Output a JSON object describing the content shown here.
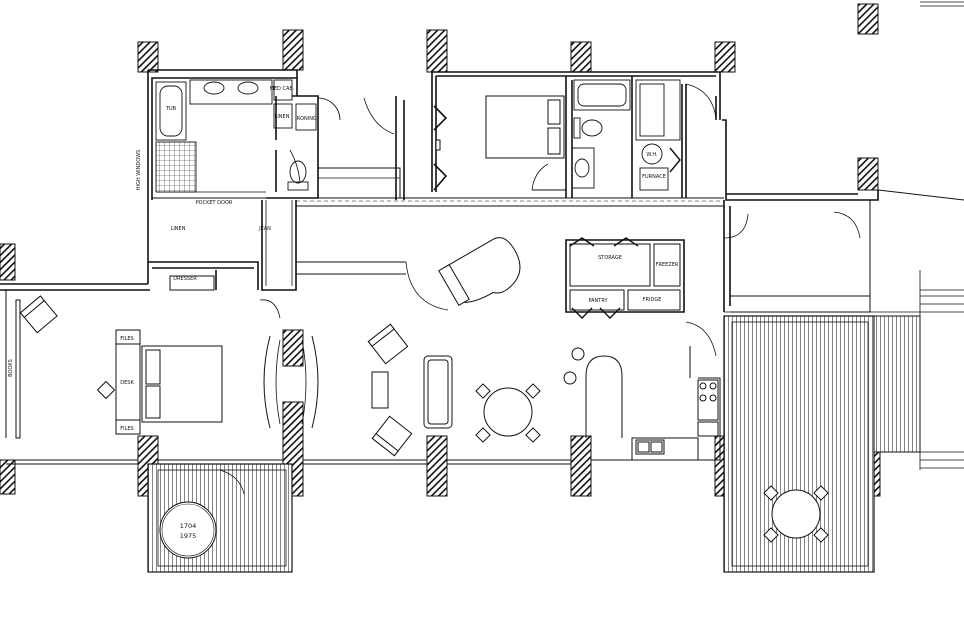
{
  "labels": {
    "tub": "TUB",
    "med_cab": "MED CAB.",
    "linen_bath": "LINEN",
    "linen_hall": "LINEN",
    "ironing": "IRONING",
    "high_windows": "HIGH WINDOWS",
    "pocket_door": "POCKET DOOR",
    "jean": "JEAN",
    "dresser": "DRESSER",
    "books": "BOOKS",
    "files_top": "FILES",
    "desk": "DESK",
    "files_bottom": "FILES",
    "storage": "STORAGE",
    "freezer": "FREEZER",
    "pantry": "PANTRY",
    "fridge": "FRIDGE",
    "water_heater": "W.H.",
    "furnace": "FURNACE"
  },
  "stamp": {
    "unit": "1704",
    "year": "1975"
  },
  "colors": {
    "line": "#111111",
    "background": "#ffffff"
  }
}
